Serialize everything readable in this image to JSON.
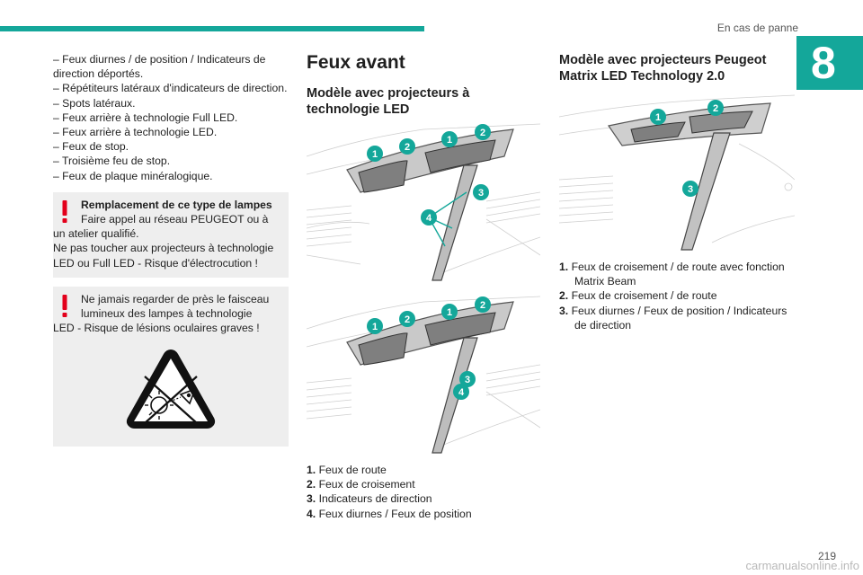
{
  "header": {
    "section_title": "En cas de panne",
    "chapter_number": "8"
  },
  "left_column": {
    "items": [
      "Feux diurnes / de position / Indicateurs de direction déportés.",
      "Répétiteurs latéraux d'indicateurs de direction.",
      "Spots latéraux.",
      "Feux arrière à technologie Full LED.",
      "Feux arrière à technologie LED.",
      "Feux de stop.",
      "Troisième feu de stop.",
      "Feux de plaque minéralogique."
    ],
    "warning1": {
      "title": "Remplacement de ce type de lampes",
      "line1": "Faire appel au réseau PEUGEOT ou à",
      "rest": "un atelier qualifié.",
      "line3": "Ne pas toucher aux projecteurs à technologie LED ou Full LED - Risque d'électrocution !"
    },
    "warning2": {
      "line1": "Ne jamais regarder de près le faisceau lumineux des lampes à technologie",
      "rest": "LED - Risque de lésions oculaires graves !"
    }
  },
  "middle_column": {
    "title": "Feux avant",
    "subtitle": "Modèle avec projecteurs à technologie LED",
    "legend": [
      {
        "num": "1.",
        "text": "Feux de route"
      },
      {
        "num": "2.",
        "text": "Feux de croisement"
      },
      {
        "num": "3.",
        "text": "Indicateurs de direction"
      },
      {
        "num": "4.",
        "text": "Feux diurnes / Feux de position"
      }
    ],
    "figure1_callouts": [
      "1",
      "2",
      "1",
      "2",
      "3",
      "4"
    ],
    "figure2_callouts": [
      "1",
      "2",
      "1",
      "2",
      "3",
      "4"
    ]
  },
  "right_column": {
    "subtitle": "Modèle avec projecteurs Peugeot Matrix LED Technology 2.0",
    "legend": [
      {
        "num": "1.",
        "text": "Feux de croisement / de route avec fonction Matrix Beam"
      },
      {
        "num": "2.",
        "text": "Feux de croisement / de route"
      },
      {
        "num": "3.",
        "text": "Feux diurnes / Feux de position / Indicateurs de direction"
      }
    ],
    "figure_callouts": [
      "1",
      "2",
      "3"
    ]
  },
  "footer": {
    "page_number": "219",
    "watermark": "carmanualsonline.info"
  },
  "colors": {
    "accent": "#14a79a",
    "warning": "#e3001b",
    "callout": "#14a79a"
  }
}
